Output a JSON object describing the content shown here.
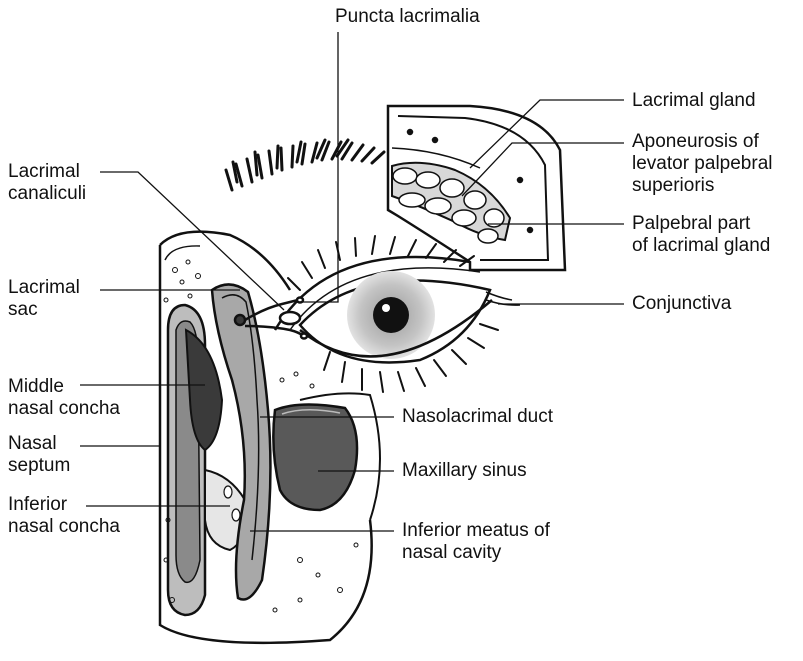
{
  "labels": {
    "puncta": "Puncta lacrimalia",
    "lacrimal_gland": "Lacrimal gland",
    "aponeurosis": "Aponeurosis of\nlevator palpebral\nsuperioris",
    "palpebral_part": "Palpebral part\nof lacrimal gland",
    "conjunctiva": "Conjunctiva",
    "canaliculi": "Lacrimal\ncanaliculi",
    "sac": "Lacrimal\nsac",
    "middle_concha": "Middle\nnasal concha",
    "septum": "Nasal\nseptum",
    "inferior_concha": "Inferior\nnasal concha",
    "nasolacrimal_duct": "Nasolacrimal duct",
    "maxillary_sinus": "Maxillary sinus",
    "inferior_meatus": "Inferior meatus of\nnasal cavity"
  }
}
